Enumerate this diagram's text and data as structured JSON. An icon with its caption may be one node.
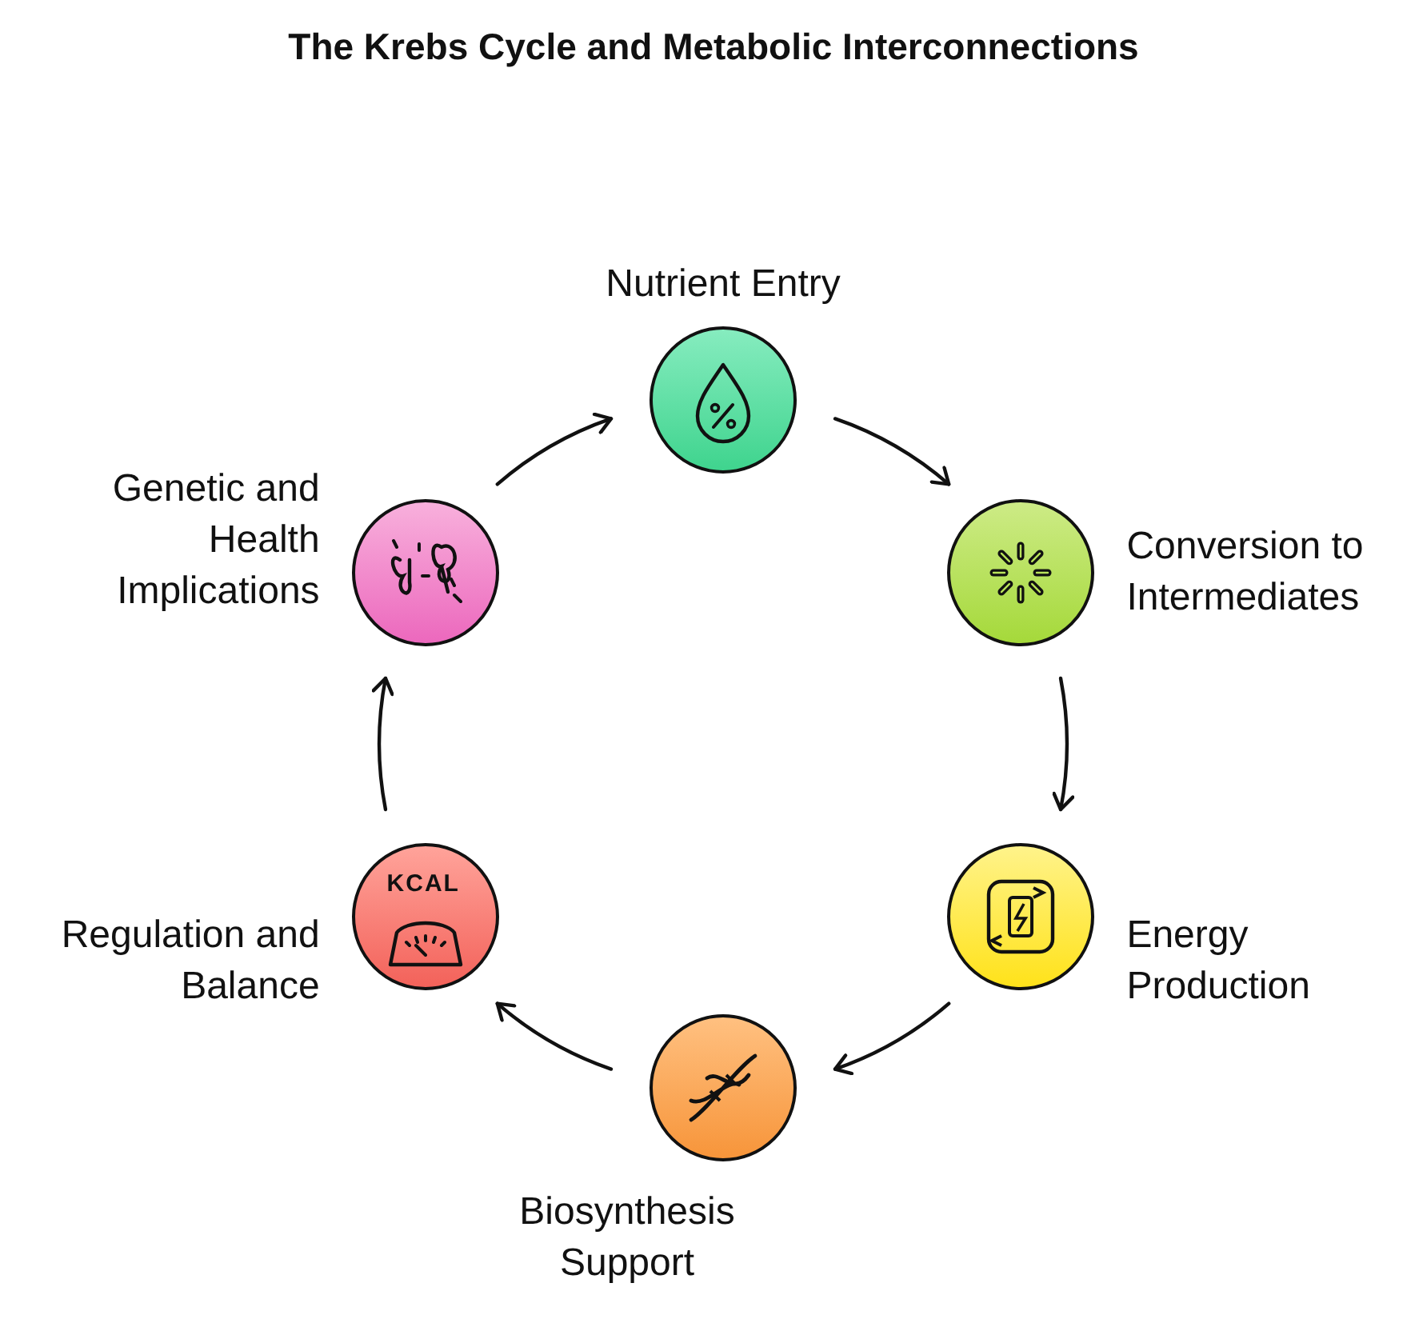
{
  "diagram": {
    "title": "The Krebs Cycle and Metabolic Interconnections",
    "nodes": [
      {
        "text": [
          "Nutrient Entry"
        ]
      },
      {
        "text": [
          "Conversion to Intermediates"
        ]
      },
      {
        "text": [
          "Energy Production"
        ]
      },
      {
        "text": [
          "Biosynthesis Support"
        ]
      },
      {
        "text": [
          "Regulation and Balance"
        ]
      },
      {
        "text": [
          "Genetic and Health Implications"
        ]
      }
    ],
    "edges": [
      {
        "from": 0,
        "to": 1,
        "arrow": "to"
      },
      {
        "from": 1,
        "to": 2,
        "arrow": "to"
      },
      {
        "from": 2,
        "to": 3,
        "arrow": "to"
      },
      {
        "from": 3,
        "to": 4,
        "arrow": "to"
      },
      {
        "from": 4,
        "to": 5,
        "arrow": "to"
      },
      {
        "from": 5,
        "to": 0,
        "arrow": "to"
      }
    ],
    "labels": [
      "KCAL"
    ]
  }
}
